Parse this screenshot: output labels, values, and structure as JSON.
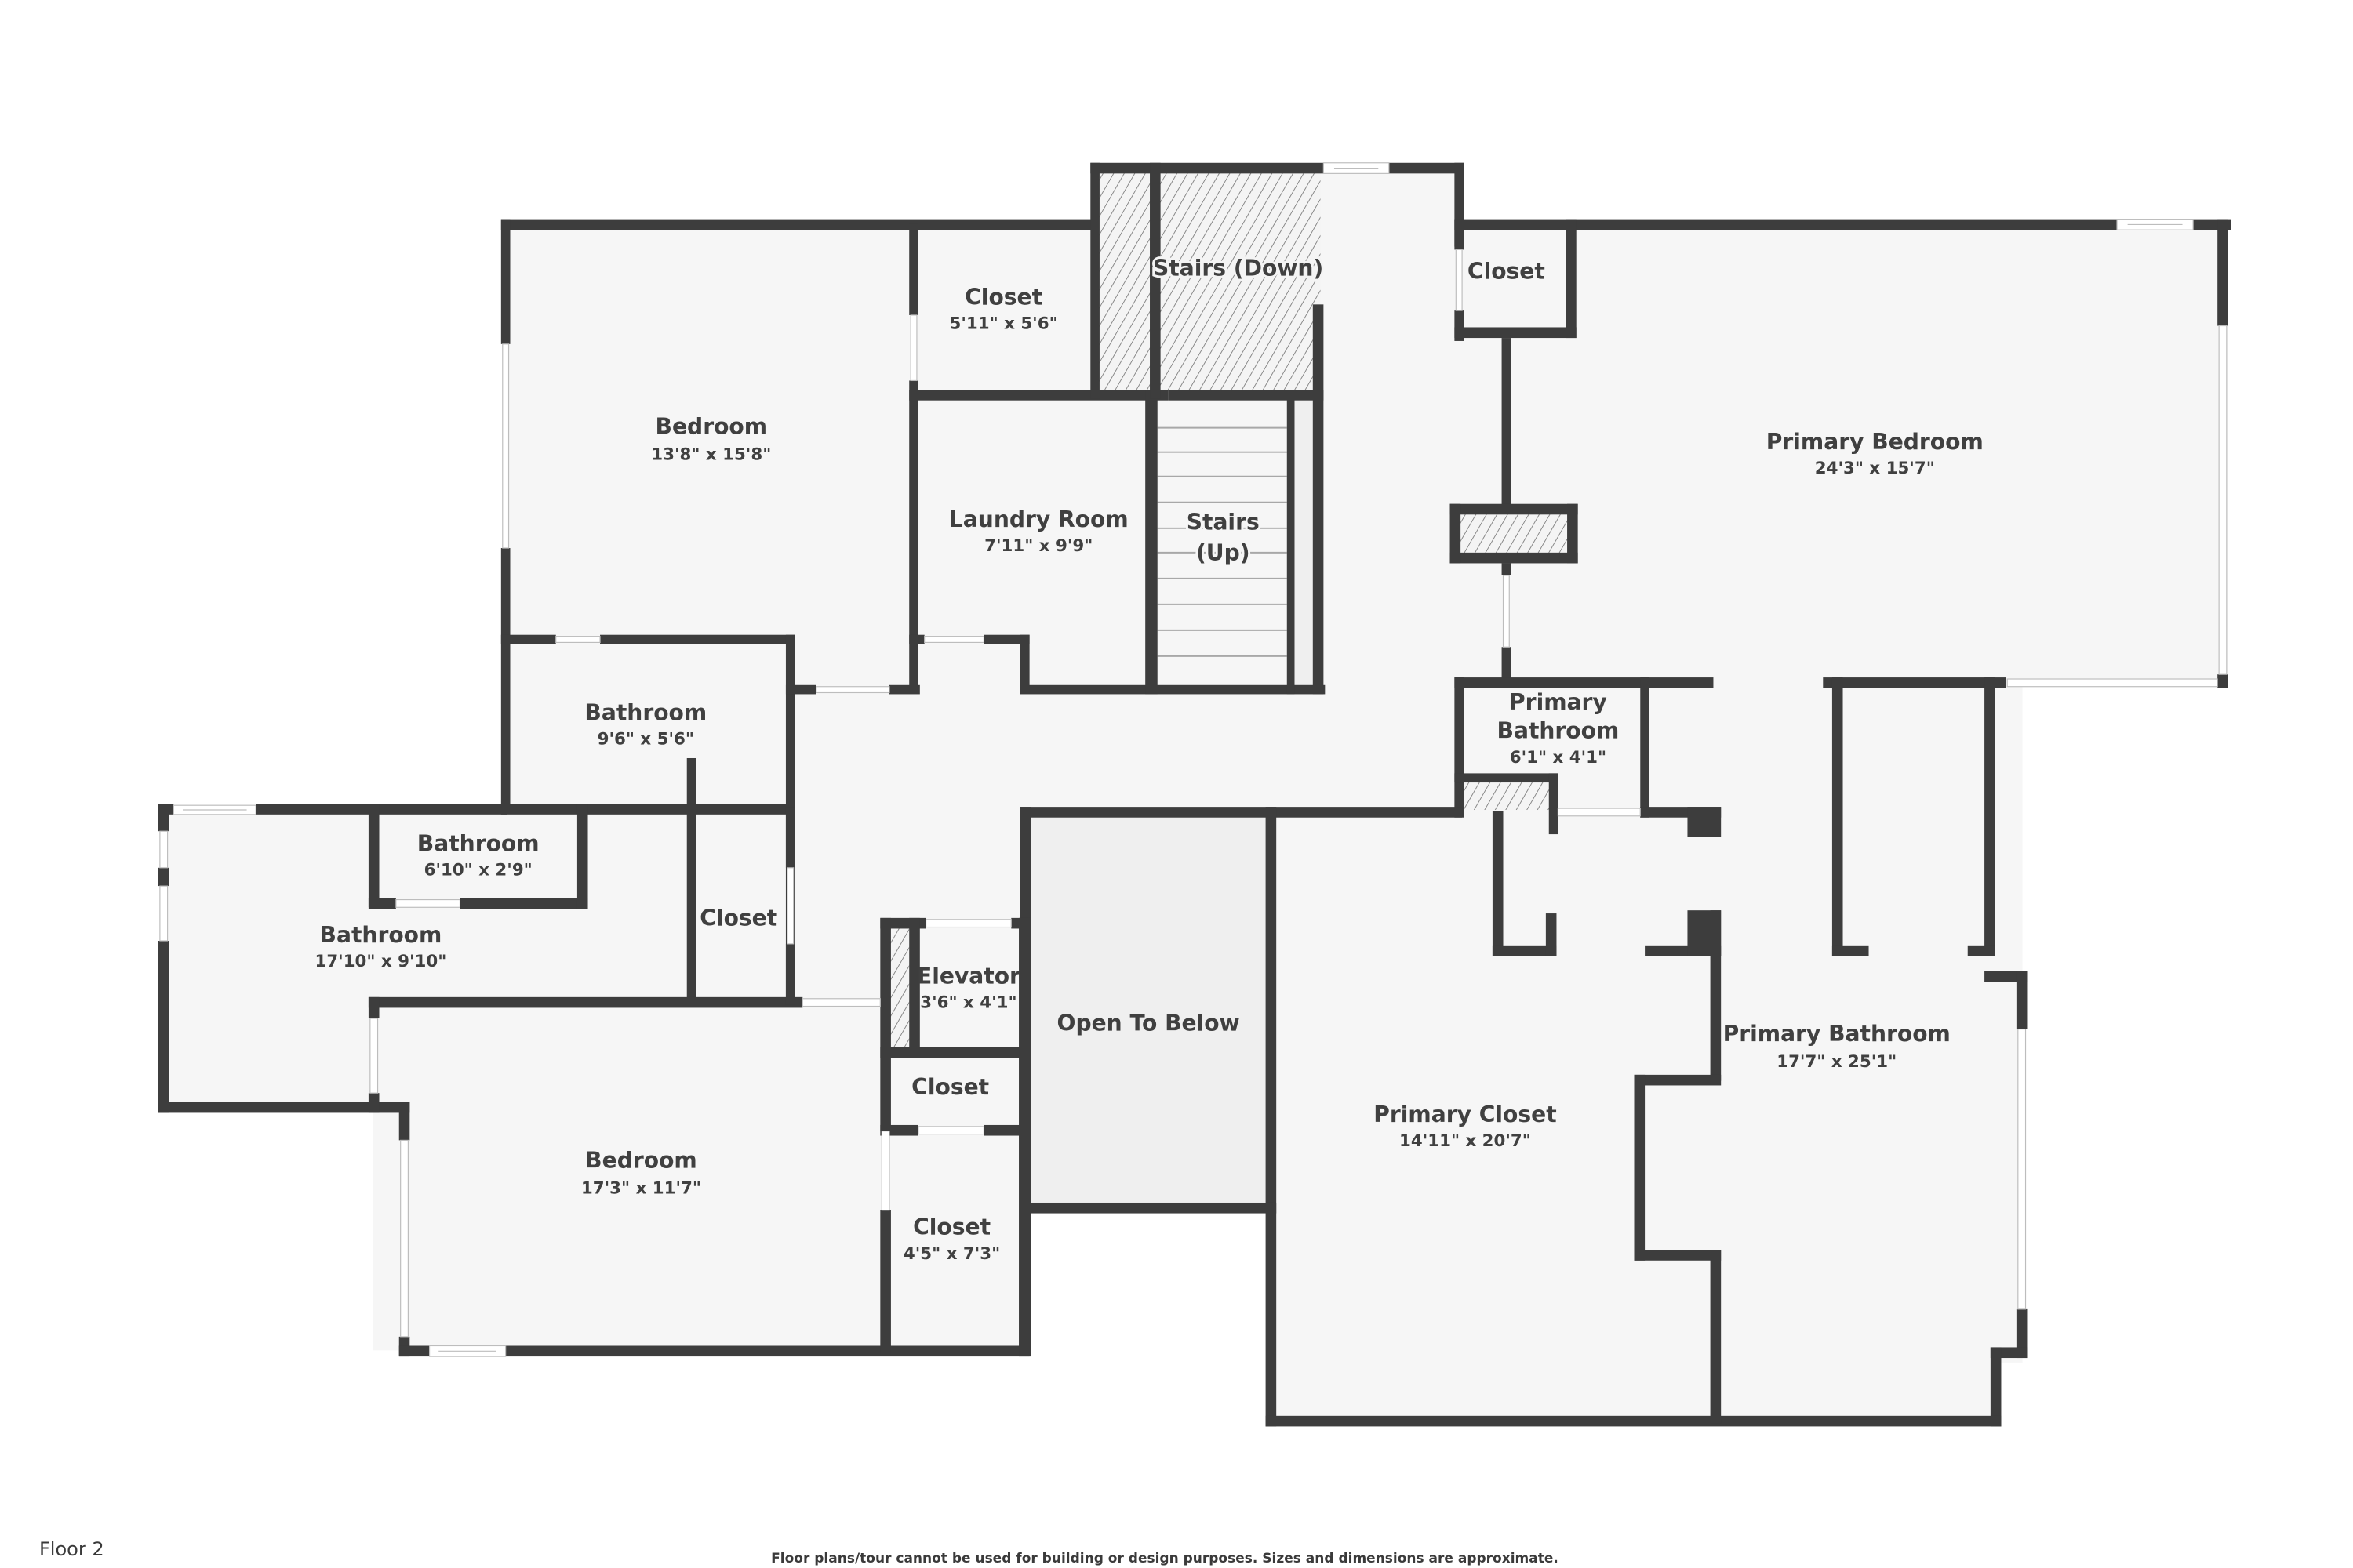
{
  "floor_label": "Floor 2",
  "disclaimer": "Floor plans/tour cannot be used for building or design purposes. Sizes and dimensions are approximate.",
  "colors": {
    "wall": "#3d3d3d",
    "floor": "#f6f6f6",
    "open_to_below": "#efefef",
    "window": "#ffffff",
    "text": "#404040"
  },
  "rooms": [
    {
      "name": "Bedroom",
      "dims": "13'8\" x 15'8\""
    },
    {
      "name": "Closet",
      "dims": "5'11\" x 5'6\""
    },
    {
      "name": "Stairs (Down)",
      "dims": ""
    },
    {
      "name": "Closet",
      "dims": ""
    },
    {
      "name": "Primary Bedroom",
      "dims": "24'3\" x 15'7\""
    },
    {
      "name": "Laundry Room",
      "dims": "7'11\" x 9'9\""
    },
    {
      "name": "Stairs",
      "name2": "(Up)",
      "dims": ""
    },
    {
      "name": "Bathroom",
      "dims": "9'6\" x 5'6\""
    },
    {
      "name": "Primary",
      "name2": "Bathroom",
      "dims": "6'1\" x 4'1\""
    },
    {
      "name": "Bathroom",
      "dims": "6'10\" x 2'9\""
    },
    {
      "name": "Bathroom",
      "dims": "17'10\" x 9'10\""
    },
    {
      "name": "Closet",
      "dims": ""
    },
    {
      "name": "Elevator",
      "dims": "3'6\" x 4'1\""
    },
    {
      "name": "Open To Below",
      "dims": ""
    },
    {
      "name": "Closet",
      "dims": ""
    },
    {
      "name": "Primary Bathroom",
      "dims": "17'7\" x 25'1\""
    },
    {
      "name": "Primary Closet",
      "dims": "14'11\" x 20'7\""
    },
    {
      "name": "Bedroom",
      "dims": "17'3\" x 11'7\""
    },
    {
      "name": "Closet",
      "dims": "4'5\" x 7'3\""
    }
  ]
}
